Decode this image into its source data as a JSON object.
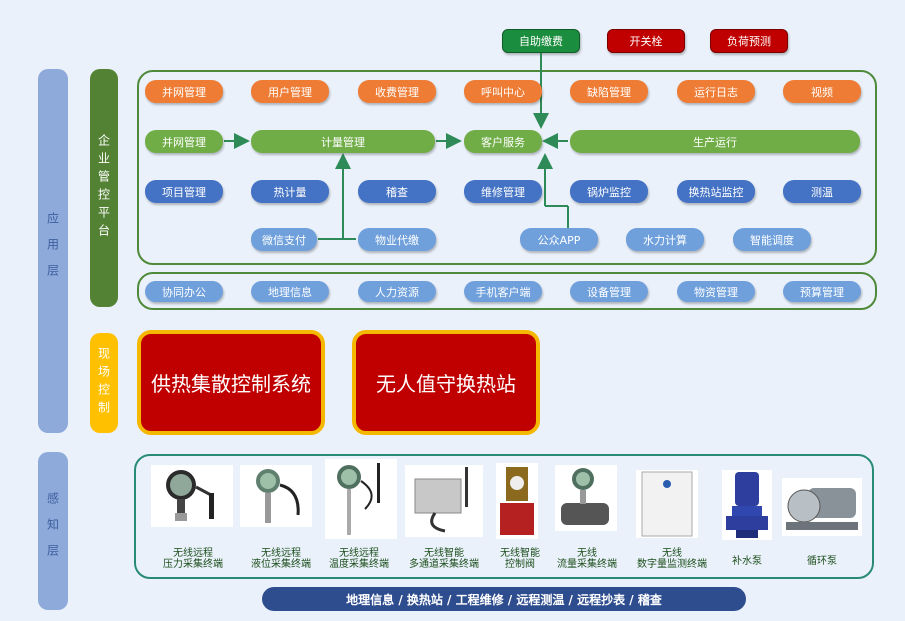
{
  "top_buttons": [
    "自助缴费",
    "开关栓",
    "负荷预测"
  ],
  "side_labels": {
    "application_layer": "应用层",
    "perception_layer": "感知层",
    "enterprise_platform": "企业管控平台",
    "onsite_control": "现场控制"
  },
  "enterprise": {
    "row1": [
      "并网管理",
      "用户管理",
      "收费管理",
      "呼叫中心",
      "缺陷管理",
      "运行日志",
      "视频"
    ],
    "row2": [
      "并网管理",
      "计量管理",
      "客户服务",
      "生产运行"
    ],
    "row3": [
      "项目管理",
      "热计量",
      "稽查",
      "维修管理",
      "锅炉监控",
      "换热站监控",
      "测温"
    ],
    "row4": [
      "微信支付",
      "物业代缴",
      "公众APP",
      "水力计算",
      "智能调度"
    ]
  },
  "office_row": [
    "协同办公",
    "地理信息",
    "人力资源",
    "手机客户端",
    "设备管理",
    "物资管理",
    "预算管理"
  ],
  "control_systems": [
    "供热集散控制系统",
    "无人值守换热站"
  ],
  "devices": [
    {
      "line1": "无线远程",
      "line2": "压力采集终端",
      "icon": "pressure-gauge-icon"
    },
    {
      "line1": "无线远程",
      "line2": "液位采集终端",
      "icon": "level-sensor-icon"
    },
    {
      "line1": "无线远程",
      "line2": "温度采集终端",
      "icon": "temperature-sensor-icon"
    },
    {
      "line1": "无线智能",
      "line2": "多通道采集终端",
      "icon": "multichannel-box-icon"
    },
    {
      "line1": "无线智能",
      "line2": "控制阀",
      "icon": "control-valve-icon"
    },
    {
      "line1": "无线",
      "line2": "流量采集终端",
      "icon": "flow-meter-icon"
    },
    {
      "line1": "无线",
      "line2": "数字量监测终端",
      "icon": "monitor-cabinet-icon"
    },
    {
      "line1": "补水泵",
      "line2": "",
      "icon": "makeup-pump-icon"
    },
    {
      "line1": "循环泵",
      "line2": "",
      "icon": "circulation-pump-icon"
    }
  ],
  "bottom_bar": "地理信息 / 换热站 / 工程维修 / 远程测温 / 远程抄表 / 稽查",
  "colors": {
    "orange": "#ee7c34",
    "green": "#70ad47",
    "blue": "#4472c4",
    "red": "#c00000",
    "dark_green": "#548235",
    "gold": "#f5b800"
  }
}
